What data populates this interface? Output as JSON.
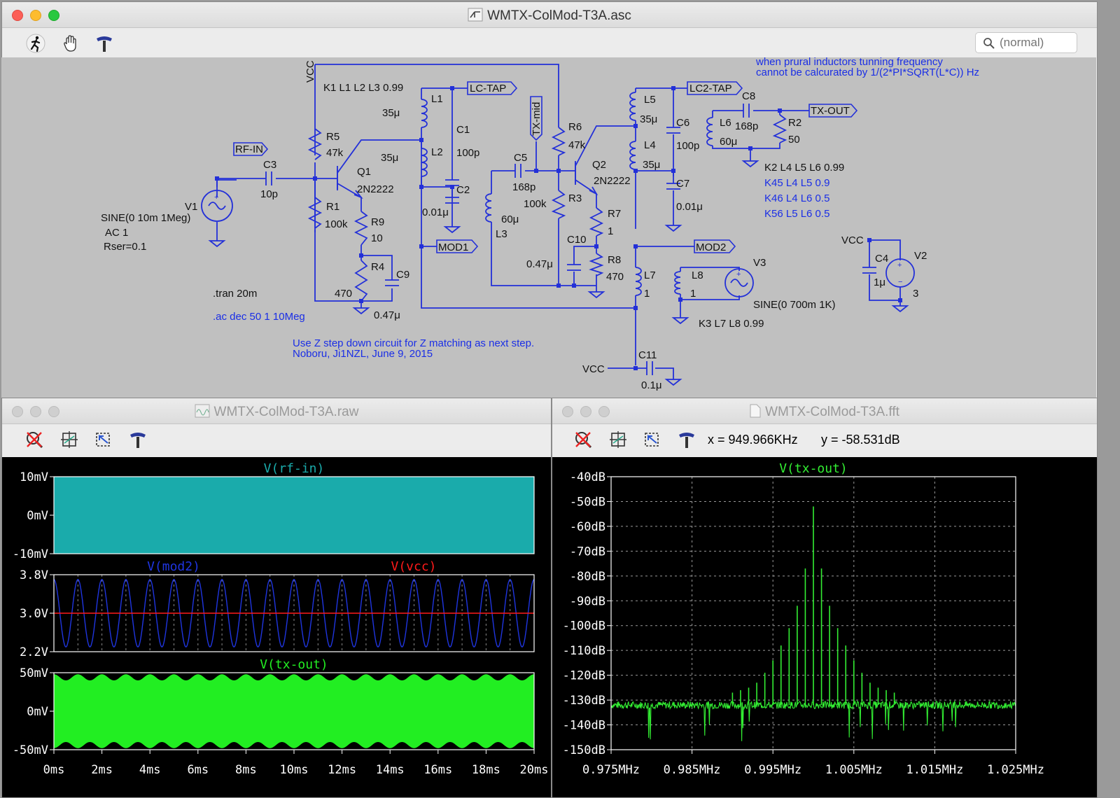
{
  "main_window": {
    "title": "WMTX-ColMod-T3A.asc",
    "search_placeholder": "(normal)"
  },
  "schematic": {
    "labels": {
      "vcc_top": "VCC",
      "k1": "K1 L1 L2 L3 0.99",
      "l1": "L1",
      "l1_val": "35μ",
      "lc_tap": "LC-TAP",
      "c1": "C1",
      "c1_val": "100p",
      "l2": "L2",
      "l2_val": "35μ",
      "c2": "C2",
      "c2_val": "0.01μ",
      "tx_mid": "TX-mid",
      "r6": "R6",
      "r6_val": "47k",
      "q2": "Q2",
      "q2_type": "2N2222",
      "c5": "C5",
      "c5_val": "168p",
      "l3": "L3",
      "l3_val": "60μ",
      "r3": "R3",
      "r3_val": "100k",
      "r7": "R7",
      "r7_val": "1",
      "c10": "C10",
      "c10_val": "0.47μ",
      "r8": "R8",
      "r8_val": "470",
      "rf_in": "RF-IN",
      "c3": "C3",
      "c3_val": "10p",
      "r5": "R5",
      "r5_val": "47k",
      "q1": "Q1",
      "q1_type": "2N2222",
      "r1": "R1",
      "r1_val": "100k",
      "r9": "R9",
      "r9_val": "10",
      "r4": "R4",
      "r4_val": "470",
      "c9": "C9",
      "c9_val": "0.47μ",
      "v1": "V1",
      "v1_sine": "SINE(0 10m 1Meg)",
      "v1_ac": "AC 1",
      "v1_rser": "Rser=0.1",
      "mod1": "MOD1",
      "mod2": "MOD2",
      "tran": ".tran 20m",
      "ac": ".ac dec 50 1 10Meg",
      "note1": "Use Z step down circuit for Z matching as next step.",
      "note2": "Noboru, Ji1NZL, June 9, 2015",
      "lc2_tap": "LC2-TAP",
      "l5": "L5",
      "l5_val": "35μ",
      "l4": "L4",
      "l4_val": "35μ",
      "c6": "C6",
      "c6_val": "100p",
      "c7": "C7",
      "c7_val": "0.01μ",
      "c8": "C8",
      "c8_val": "168p",
      "l6": "L6",
      "l6_val": "60μ",
      "r2": "R2",
      "r2_val": "50",
      "tx_out": "TX-OUT",
      "k2": "K2 L4 L5 L6 0.99",
      "k45": "K45 L4 L5  0.9",
      "k46": "K46 L4 L6  0.5",
      "k56": "K56 L5 L6  0.5",
      "note_top1": "when prural inductors tunning frequency",
      "note_top2": "cannot be calcurated by 1/(2*PI*SQRT(L*C)) Hz",
      "l7": "L7",
      "l7_val": "1",
      "l8": "L8",
      "l8_val": "1",
      "v3": "V3",
      "v3_sine": "SINE(0 700m 1K)",
      "k3": "K3 L7 L8 0.99",
      "vcc_v2": "VCC",
      "c4": "C4",
      "c4_val": "1μ",
      "v2": "V2",
      "v2_val": "3",
      "vcc_c11": "VCC",
      "c11": "C11",
      "c11_val": "0.1μ"
    }
  },
  "raw_window": {
    "title": "WMTX-ColMod-T3A.raw",
    "panes": [
      {
        "trace": "V(rf-in)",
        "color": "#1aabab",
        "yticks": [
          "10mV",
          "0mV",
          "-10mV"
        ]
      },
      {
        "trace_left": "V(mod2)",
        "trace_right": "V(vcc)",
        "color_left": "#1f35e0",
        "color_right": "#ff1a1a",
        "yticks": [
          "3.8V",
          "3.0V",
          "2.2V"
        ]
      },
      {
        "trace": "V(tx-out)",
        "color": "#22ee22",
        "yticks": [
          "50mV",
          "0mV",
          "-50mV"
        ]
      }
    ],
    "xticks": [
      "0ms",
      "2ms",
      "4ms",
      "6ms",
      "8ms",
      "10ms",
      "12ms",
      "14ms",
      "16ms",
      "18ms",
      "20ms"
    ]
  },
  "fft_window": {
    "title": "WMTX-ColMod-T3A.fft",
    "readout_x": "x = 949.966KHz",
    "readout_y": "y = -58.531dB",
    "trace": "V(tx-out)",
    "yticks": [
      "-40dB",
      "-50dB",
      "-60dB",
      "-70dB",
      "-80dB",
      "-90dB",
      "-100dB",
      "-110dB",
      "-120dB",
      "-130dB",
      "-140dB",
      "-150dB"
    ],
    "xticks": [
      "0.975MHz",
      "0.985MHz",
      "0.995MHz",
      "1.005MHz",
      "1.015MHz",
      "1.025MHz"
    ]
  },
  "chart_data": [
    {
      "type": "area",
      "title": "V(rf-in)",
      "series": [
        {
          "name": "V(rf-in)",
          "values": [
            10,
            -10
          ]
        }
      ],
      "xlabel": "",
      "ylabel": "",
      "xlim": [
        0,
        20
      ],
      "ylim": [
        -10,
        10
      ],
      "fill_color": "#1aabab"
    },
    {
      "type": "line",
      "series": [
        {
          "name": "V(mod2)",
          "freq_khz": 1,
          "offset": 3.0,
          "amplitude": 0.7,
          "color": "#1f35e0"
        },
        {
          "name": "V(vcc)",
          "values": [
            3.0
          ],
          "color": "#ff1a1a"
        }
      ],
      "xlim": [
        0,
        20
      ],
      "ylim": [
        2.2,
        3.8
      ]
    },
    {
      "type": "area",
      "title": "V(tx-out)",
      "series": [
        {
          "name": "V(tx-out)",
          "envelope_max": 48,
          "envelope_min": 40,
          "color": "#22ee22"
        }
      ],
      "xlim": [
        0,
        20
      ],
      "ylim": [
        -50,
        50
      ]
    },
    {
      "type": "line",
      "title": "V(tx-out)",
      "xlim": [
        0.975,
        1.025
      ],
      "ylim": [
        -150,
        -40
      ],
      "grid": true,
      "noise_floor": -132,
      "peaks": [
        {
          "x": 1.0,
          "y": -52
        },
        {
          "x": 0.999,
          "y": -77
        },
        {
          "x": 1.001,
          "y": -77
        },
        {
          "x": 0.998,
          "y": -92
        },
        {
          "x": 1.002,
          "y": -92
        },
        {
          "x": 0.997,
          "y": -101
        },
        {
          "x": 1.003,
          "y": -101
        },
        {
          "x": 0.996,
          "y": -108
        },
        {
          "x": 1.004,
          "y": -108
        },
        {
          "x": 0.995,
          "y": -114
        },
        {
          "x": 1.005,
          "y": -114
        },
        {
          "x": 0.994,
          "y": -119
        },
        {
          "x": 1.006,
          "y": -119
        },
        {
          "x": 0.993,
          "y": -123
        },
        {
          "x": 1.007,
          "y": -123
        },
        {
          "x": 0.992,
          "y": -125
        },
        {
          "x": 1.008,
          "y": -125
        },
        {
          "x": 0.991,
          "y": -126
        },
        {
          "x": 1.009,
          "y": -126
        },
        {
          "x": 0.99,
          "y": -127
        },
        {
          "x": 1.01,
          "y": -127
        }
      ],
      "color": "#33ee33"
    }
  ]
}
